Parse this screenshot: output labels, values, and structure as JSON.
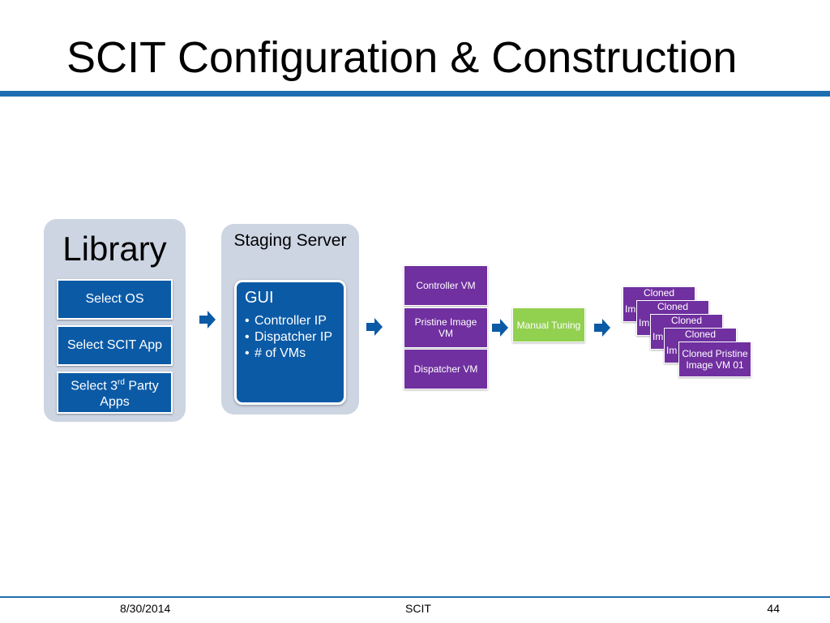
{
  "slide": {
    "title": "SCIT Configuration & Construction"
  },
  "library": {
    "heading": "Library",
    "items": [
      {
        "label": "Select OS"
      },
      {
        "label": "Select SCIT App"
      },
      {
        "label_prefix": "Select 3",
        "label_sup": "rd",
        "label_suffix": " Party Apps"
      }
    ]
  },
  "staging": {
    "heading": "Staging Server",
    "gui": {
      "title": "GUI",
      "items": [
        "Controller IP",
        "Dispatcher IP",
        "# of VMs"
      ]
    }
  },
  "vms": {
    "items": [
      "Controller VM",
      "Pristine Image VM",
      "Dispatcher VM"
    ]
  },
  "tuning": {
    "label": "Manual Tuning"
  },
  "clones": {
    "back_label": "Cloned",
    "ghost_text": "Im",
    "front_label": "Cloned Pristine Image VM 01"
  },
  "footer": {
    "date": "8/30/2014",
    "center": "SCIT",
    "page": "44"
  },
  "colors": {
    "accent_blue": "#1d6fb1",
    "box_blue": "#0b5aa6",
    "panel_gray": "#cdd5e3",
    "purple": "#7030a0",
    "green": "#92d050"
  }
}
